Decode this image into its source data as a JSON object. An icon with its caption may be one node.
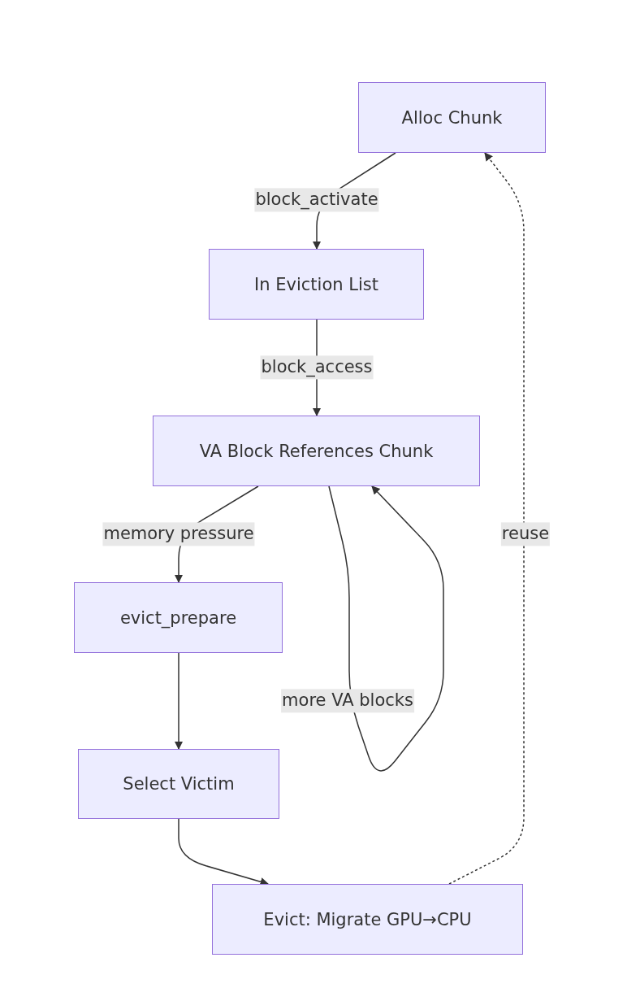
{
  "diagram": {
    "nodes": [
      {
        "text": [
          "Alloc Chunk"
        ]
      },
      {
        "text": [
          "In Eviction List"
        ]
      },
      {
        "text": [
          "VA Block References Chunk"
        ]
      },
      {
        "text": [
          "evict_prepare"
        ]
      },
      {
        "text": [
          "Select Victim"
        ]
      },
      {
        "text": [
          "Evict: Migrate GPU→CPU"
        ]
      }
    ],
    "edges": [
      {
        "from": 0,
        "to": 1,
        "arrow": "to",
        "label": "block_activate"
      },
      {
        "from": 1,
        "to": 2,
        "arrow": "to",
        "label": "block_access"
      },
      {
        "from": 2,
        "to": 3,
        "arrow": "to",
        "label": "memory pressure"
      },
      {
        "from": 3,
        "to": 4,
        "arrow": "to"
      },
      {
        "from": 4,
        "to": 5,
        "arrow": "to"
      },
      {
        "from": 5,
        "to": 0,
        "arrow": "to",
        "label": "reuse",
        "style": "dashed"
      },
      {
        "from": 2,
        "to": 2,
        "arrow": "to",
        "label": "more VA blocks"
      }
    ]
  }
}
